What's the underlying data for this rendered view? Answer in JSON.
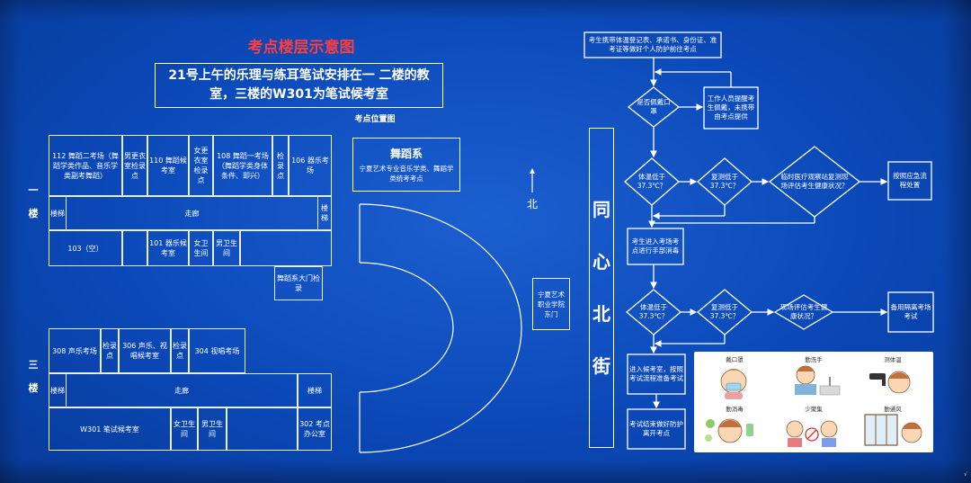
{
  "title": "考点楼层示意图",
  "notice": "21号上午的乐理与练耳笔试安排在一 二楼的教室，三楼的W301为笔试候考室",
  "location_map": {
    "heading": "考点位置图",
    "dance_box": {
      "name": "舞蹈系",
      "desc": "宁夏艺术专业音乐学类、舞蹈学类统考考点"
    },
    "north_label": "北",
    "gate": "宁夏艺术职业学院东门",
    "street": [
      "同",
      "心",
      "北",
      "街"
    ]
  },
  "floor1": {
    "label": [
      "一",
      "楼"
    ],
    "rooms": {
      "r112": "112 舞蹈二考场（舞蹈学类作品、音乐学类副考舞蹈）",
      "male_changing": "男更衣室检录点",
      "r110": "110 舞蹈候考室",
      "female_changing": "女更衣室检录点",
      "r108": "108 舞蹈一考场（舞蹈学类身体条件、即兴）",
      "check1": "检录点",
      "r106": "106 器乐考场",
      "stairs_l": "楼梯",
      "corridor": "走廊",
      "stairs_r": "楼梯",
      "r103": "103（空）",
      "r101": "101 器乐候考室",
      "wc_f": "女卫生间",
      "wc_m": "男卫生间",
      "gate_check": "舞蹈系大门检录"
    }
  },
  "floor3": {
    "label": [
      "三",
      "楼"
    ],
    "rooms": {
      "r308": "308 声乐考场",
      "check_a": "检录点",
      "r306": "306 声乐、视唱候考室",
      "check_b": "检录点",
      "r304": "304 视唱考场",
      "stairs_l": "楼梯",
      "corridor": "走廊",
      "stairs_r": "楼梯",
      "w301": "W301 笔试候考室",
      "wc_f": "女卫生间",
      "wc_m": "男卫生间",
      "r302": "302 考点办公室"
    }
  },
  "flowchart": {
    "start": "考生携带体温登记表、承诺书、身份证、准考证等做好个人防护前往考点",
    "q_mask": "是否佩戴口罩",
    "staff_remind": "工作人员提醒考生佩戴，未携带由考点提供",
    "q_temp1": "体温低于37.3℃？",
    "q_retest1": "复测低于37.3℃？",
    "q_medical1": "临时医疗观察站复测现场评估考生健康状况？",
    "emergency": "按照应急流程处置",
    "enter": "考生进入考场考点进行手部消毒",
    "q_temp2": "体温低于37.3℃？",
    "q_retest2": "复测低于37.3℃？",
    "q_medical2": "现场评估考生健康状况？",
    "backup_room": "备用隔离考场考试",
    "waiting": "进入候考室，按照考试流程准备考试",
    "leave": "考试结束做好防护离开考点"
  },
  "tips": [
    "戴口罩",
    "勤洗手",
    "测体温",
    "勤消毒",
    "少聚集",
    "勤通风"
  ],
  "colors": {
    "background": "#0b49b8",
    "title_red": "#ff3d3d",
    "line": "#ffffff"
  }
}
